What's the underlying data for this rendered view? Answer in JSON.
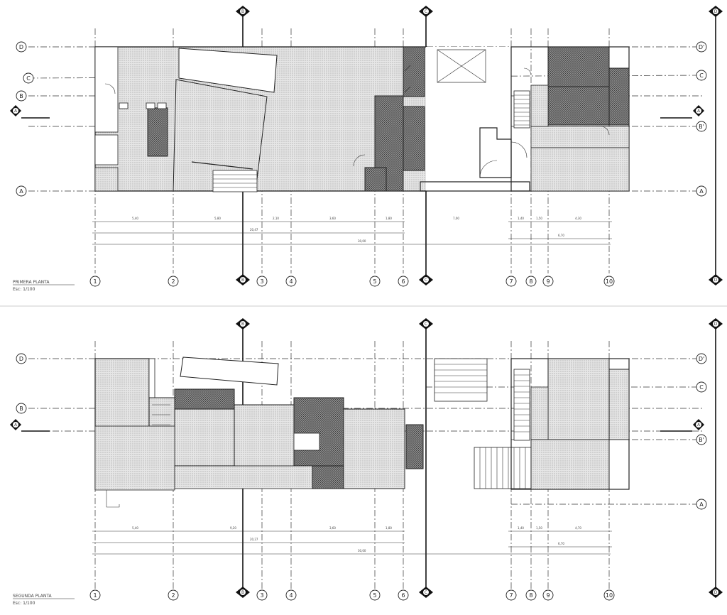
{
  "title": "",
  "plans": {
    "first": {
      "name": "PRIMERA PLANTA",
      "scale": "Esc: 1/100"
    },
    "second": {
      "name": "SEGUNDA PLANTA",
      "scale": "Esc: 1/100"
    }
  },
  "axes": {
    "columns": [
      "1",
      "2",
      "3",
      "4",
      "5",
      "6",
      "7",
      "8",
      "9",
      "10"
    ],
    "rows_first_left": [
      "D",
      "C",
      "B",
      "A"
    ],
    "rows_first_right": [
      "D'",
      "C",
      "B'",
      "A"
    ],
    "rows_second_left": [
      "D",
      "B"
    ],
    "rows_second_right": [
      "D'",
      "C",
      "B'",
      "A"
    ]
  },
  "section_marks": {
    "first": [
      "B",
      "C",
      "D"
    ],
    "side": [
      "A"
    ]
  },
  "dimensions": {
    "first_partials": [
      "5,40",
      "5,80",
      "2,10",
      "3,60",
      "1,80",
      "7,00",
      "1,40",
      "1,50",
      "4,30"
    ],
    "first_totals": [
      "20,47",
      "30,00",
      "6,70"
    ],
    "second_partials": [
      "5,40",
      "9,20",
      "3,60",
      "1,80",
      "1,40",
      "1,50",
      "4,70"
    ],
    "second_totals": [
      "20,27",
      "30,00",
      "6,70"
    ]
  },
  "colors": {
    "line": "#222222",
    "hatch_light": "#cfcfcf",
    "hatch_dark": "#7c7c7c",
    "background": "#ffffff"
  }
}
